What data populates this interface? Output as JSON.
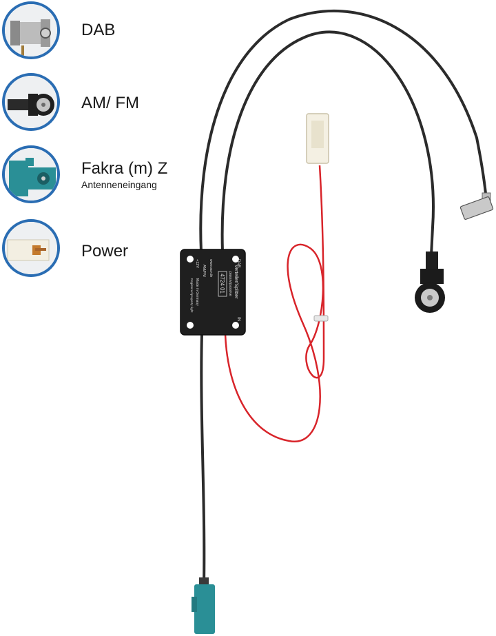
{
  "legend": {
    "items": [
      {
        "label": "DAB",
        "sublabel": "",
        "icon": "dab-connector-icon"
      },
      {
        "label": "AM/ FM",
        "sublabel": "",
        "icon": "am-fm-connector-icon"
      },
      {
        "label": "Fakra (m) Z",
        "sublabel": "Antenneneingang",
        "icon": "fakra-connector-icon"
      },
      {
        "label": "Power",
        "sublabel": "",
        "icon": "power-connector-icon"
      }
    ]
  },
  "module": {
    "title": "Verteiler/Splitter",
    "subtitle": "passiv/passive",
    "part_number": "4724 01",
    "dab_label": "DAB",
    "amfm_label": "AM/FM",
    "in_label": "IN",
    "power_label": "+12V",
    "origin": "Made in Germany",
    "legal": "Registered property right",
    "website": "www.acv.de"
  },
  "colors": {
    "accent": "#2a6db3",
    "fakra_teal": "#2a8f96",
    "cable": "#2b2b2b",
    "power_wire": "#d8242a"
  }
}
